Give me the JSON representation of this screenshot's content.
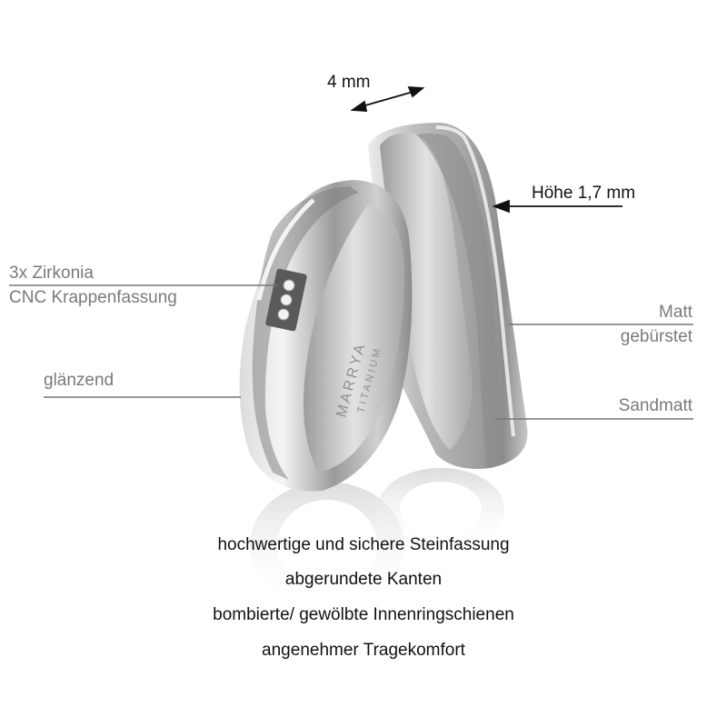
{
  "image": {
    "type": "product-photo",
    "subject": "pair of wedding rings with annotations",
    "colors": {
      "background": "#ffffff",
      "metal_light": "#e9e9e9",
      "metal_mid": "#b5b5b5",
      "metal_dark": "#6f6f6f",
      "callout_text": "#7a7a7a",
      "main_text": "#111111"
    }
  },
  "annotations": {
    "width": "4 mm",
    "height": "Höhe 1,7 mm",
    "stones_line1": "3x Zirkonia",
    "stones_line2": "CNC Krappenfassung",
    "glossy": "glänzend",
    "matte_line1": "Matt",
    "matte_line2": "gebürstet",
    "sandmatt": "Sandmatt"
  },
  "engraving": {
    "brand": "MARRYA",
    "material": "TITANIUM"
  },
  "features": [
    "hochwertige und sichere Steinfassung",
    "abgerundete Kanten",
    "bombierte/ gewölbte Innenringschienen",
    "angenehmer Tragekomfort"
  ]
}
